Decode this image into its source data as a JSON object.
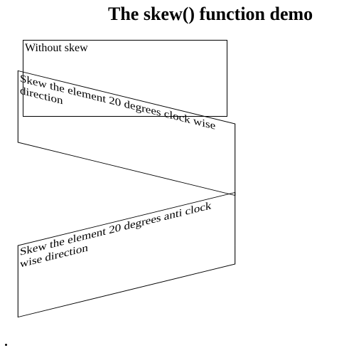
{
  "page": {
    "title": "The skew() function demo"
  },
  "boxes": {
    "plain": {
      "label": "Without skew"
    },
    "skew_clockwise": {
      "label": "Skew the element 20 degrees clock wise direction"
    },
    "skew_anticlockwise": {
      "label": "Skew the element 20 degrees anti clock wise direction"
    }
  }
}
